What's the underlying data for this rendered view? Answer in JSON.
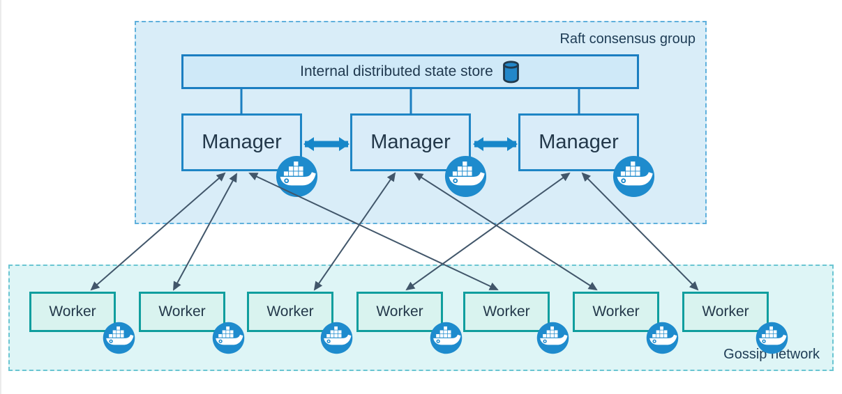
{
  "raft_group": {
    "label": "Raft consensus group",
    "fill": "#d9edf8",
    "border_color": "#5fb0dc",
    "state_store": {
      "label": "Internal distributed state store",
      "icon": "database-cylinder-icon",
      "fill": "#cfe9f8",
      "border_color": "#1b7ec1"
    },
    "manager_fill": "#d9ecf9",
    "manager_border_color": "#1e85c5",
    "managers": [
      {
        "id": "manager-1",
        "label": "Manager",
        "badge_icon": "docker-whale-icon"
      },
      {
        "id": "manager-2",
        "label": "Manager",
        "badge_icon": "docker-whale-icon"
      },
      {
        "id": "manager-3",
        "label": "Manager",
        "badge_icon": "docker-whale-icon"
      }
    ]
  },
  "gossip_network": {
    "label": "Gossip network",
    "fill": "#def5f6",
    "border_color": "#6ac5d2",
    "worker_fill": "#d9f3ef",
    "worker_border_color": "#109e9e",
    "workers": [
      {
        "id": "worker-1",
        "label": "Worker",
        "badge_icon": "docker-whale-icon"
      },
      {
        "id": "worker-2",
        "label": "Worker",
        "badge_icon": "docker-whale-icon"
      },
      {
        "id": "worker-3",
        "label": "Worker",
        "badge_icon": "docker-whale-icon"
      },
      {
        "id": "worker-4",
        "label": "Worker",
        "badge_icon": "docker-whale-icon"
      },
      {
        "id": "worker-5",
        "label": "Worker",
        "badge_icon": "docker-whale-icon"
      },
      {
        "id": "worker-6",
        "label": "Worker",
        "badge_icon": "docker-whale-icon"
      },
      {
        "id": "worker-7",
        "label": "Worker",
        "badge_icon": "docker-whale-icon"
      }
    ]
  },
  "connections": {
    "store_to_managers": [
      "manager-1",
      "manager-2",
      "manager-3"
    ],
    "manager_peer_links": [
      {
        "from": "manager-1",
        "to": "manager-2",
        "style": "thick-double-arrow"
      },
      {
        "from": "manager-2",
        "to": "manager-3",
        "style": "thick-double-arrow"
      }
    ],
    "manager_worker_links": [
      {
        "from": "manager-1",
        "to": "worker-1",
        "bidirectional": true
      },
      {
        "from": "manager-1",
        "to": "worker-2",
        "bidirectional": true
      },
      {
        "from": "manager-1",
        "to": "worker-5",
        "bidirectional": true
      },
      {
        "from": "manager-2",
        "to": "worker-3",
        "bidirectional": true
      },
      {
        "from": "manager-2",
        "to": "worker-6",
        "bidirectional": true
      },
      {
        "from": "manager-3",
        "to": "worker-4",
        "bidirectional": true
      },
      {
        "from": "manager-3",
        "to": "worker-7",
        "bidirectional": true
      }
    ],
    "thick_arrow_color": "#1787c9",
    "thin_arrow_color": "#41566a"
  },
  "colors": {
    "docker_badge_blue": "#1e8bcd",
    "database_icon_blue": "#2287c9",
    "text_dark": "#20394f",
    "background": "#ffffff"
  }
}
